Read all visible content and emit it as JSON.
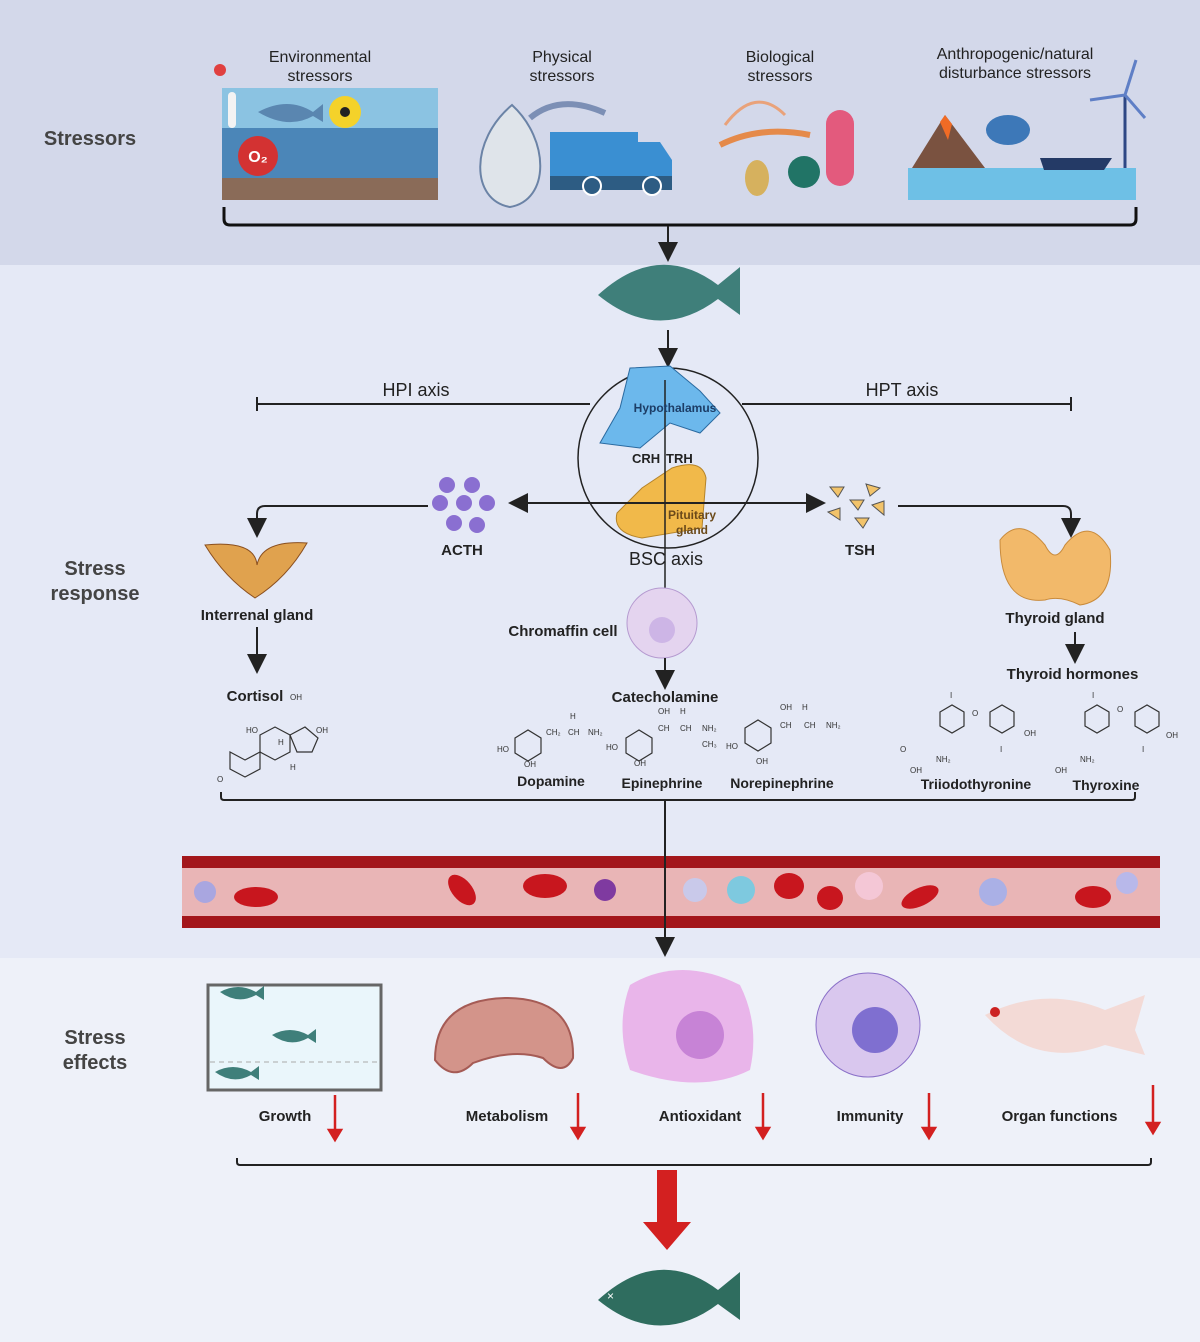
{
  "sections": {
    "stressors": "Stressors",
    "response": "Stress response",
    "effects": "Stress effects"
  },
  "stressors": [
    {
      "label": "Environmental stressors",
      "icon": "environment-scene-icon"
    },
    {
      "label": "Physical stressors",
      "icon": "net-truck-icon"
    },
    {
      "label": "Biological stressors",
      "icon": "pathogen-icon"
    },
    {
      "label": "Anthropogenic/natural disturbance stressors",
      "icon": "volcano-ship-icon"
    }
  ],
  "env_o2": "O₂",
  "axes": {
    "hpi": "HPI axis",
    "hpt": "HPT axis",
    "bsc": "BSC axis"
  },
  "brain": {
    "hypothalamus": "Hypothalamus",
    "crh": "CRH",
    "trh": "TRH",
    "pituitary": "Pituitary gland"
  },
  "response": {
    "acth": "ACTH",
    "tsh": "TSH",
    "interrenal": "Interrenal gland",
    "cortisol": "Cortisol",
    "chromaffin": "Chromaffin cell",
    "catecholamine": "Catecholamine",
    "thyroid": "Thyroid gland",
    "thyroid_hormones": "Thyroid hormones"
  },
  "molecules": [
    "Dopamine",
    "Epinephrine",
    "Norepinephrine",
    "Triiodothyronine",
    "Thyroxine"
  ],
  "chem": {
    "oh": "OH",
    "ho": "HO",
    "h": "H",
    "nh": "NH₂",
    "ch3": "CH₃",
    "ch2": "CH₂",
    "ch": "CH",
    "o": "O",
    "i": "I"
  },
  "effects": [
    {
      "label": "Growth",
      "trend": "down"
    },
    {
      "label": "Metabolism",
      "trend": "down"
    },
    {
      "label": "Antioxidant",
      "trend": "down"
    },
    {
      "label": "Immunity",
      "trend": "down"
    },
    {
      "label": "Organ functions",
      "trend": "down"
    }
  ],
  "colors": {
    "arrow_down": "#d32020",
    "fish": "#3f7f7a",
    "hypothalamus": "#6cb8ec",
    "pituitary": "#f1b94a",
    "vessel": "#a3161b",
    "acth": "#8a6fd1"
  }
}
